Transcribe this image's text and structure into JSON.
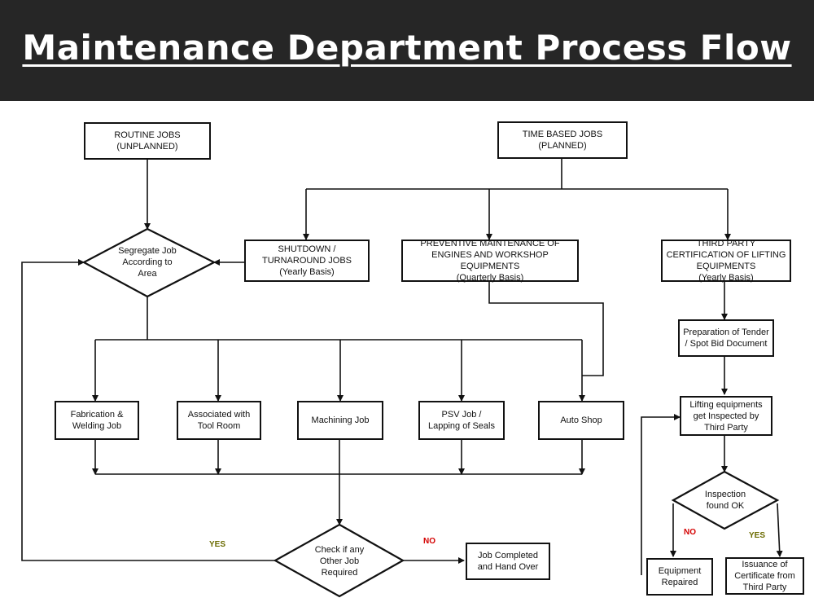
{
  "title": "Maintenance Department Process Flow",
  "colors": {
    "header_bg": "#262626",
    "yes": "#6b6b00",
    "no": "#d40000"
  },
  "nodes": {
    "routine": "ROUTINE JOBS (UNPLANNED)",
    "time_based": "TIME BASED JOBS (PLANNED)",
    "segregate": "Segregate Job According to Area",
    "shutdown": "SHUTDOWN / TURNAROUND JOBS",
    "shutdown_sub": "(Yearly Basis)",
    "preventive": "PREVENTIVE MAINTENANCE OF ENGINES AND WORKSHOP EQUIPMENTS",
    "preventive_sub": "(Quarterly Basis)",
    "third_party": "THIRD PARTY CERTIFICATION OF LIFTING EQUIPMENTS",
    "third_party_sub": "(Yearly Basis)",
    "fabrication": "Fabrication & Welding Job",
    "tool_room": "Associated with Tool Room",
    "machining": "Machining Job",
    "psv": "PSV Job / Lapping of Seals",
    "auto_shop": "Auto Shop",
    "check_other": "Check if any Other Job Required",
    "job_completed": "Job Completed and Hand Over",
    "tender": "Preparation of Tender / Spot Bid Document",
    "lifting_inspected": "Lifting equipments get Inspected by Third Party",
    "inspection_ok": "Inspection found OK",
    "equipment_repaired": "Equipment Repaired",
    "issuance": "Issuance of Certificate from Third Party"
  },
  "labels": {
    "yes_left": "YES",
    "no_mid": "NO",
    "no_right": "NO",
    "yes_right": "YES"
  }
}
